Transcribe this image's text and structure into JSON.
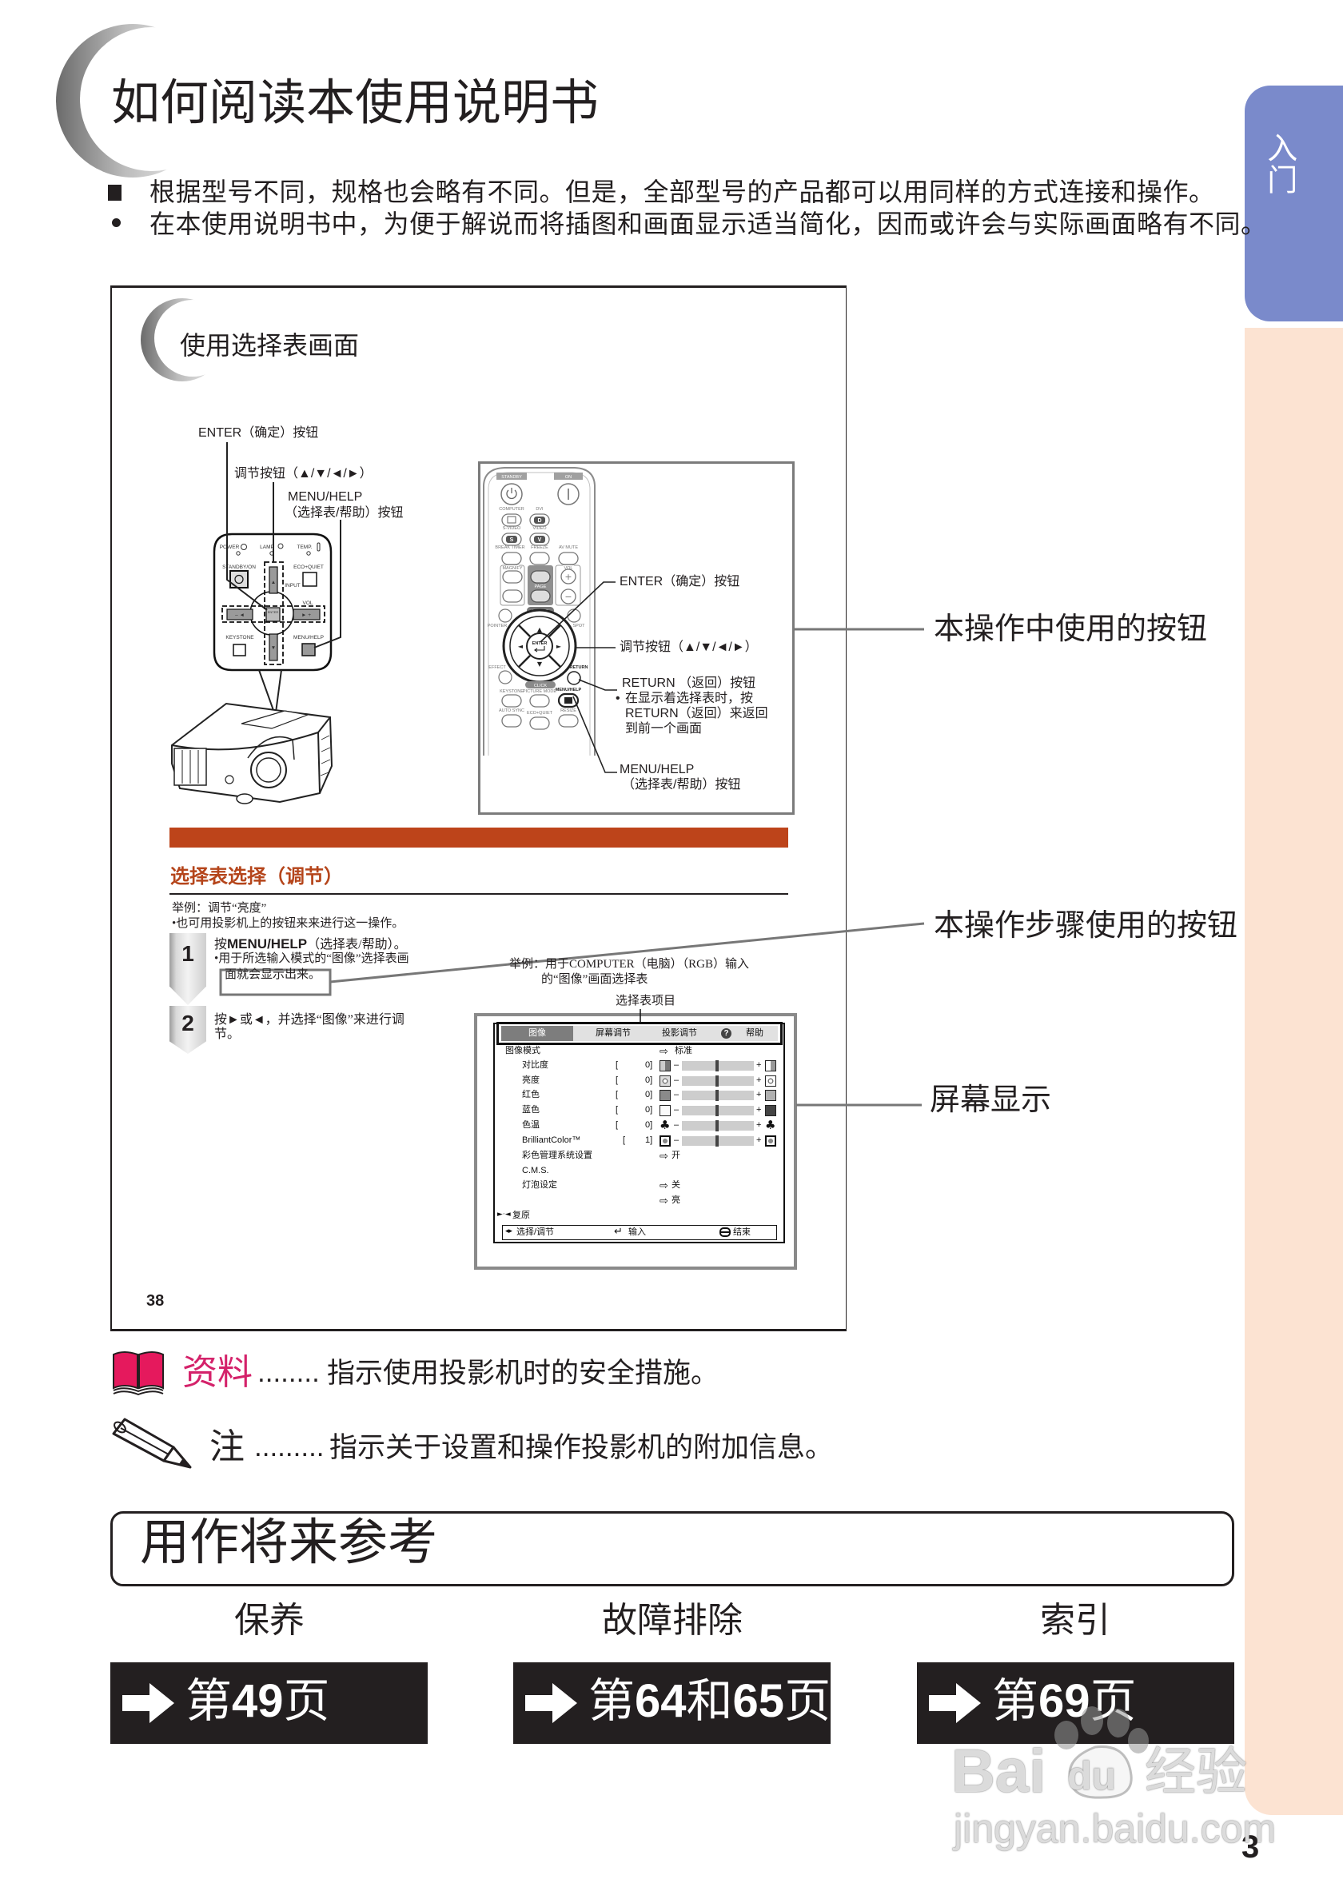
{
  "document": {
    "title": "如何阅读本使用说明书",
    "side_tab": "入门",
    "page_number": "3",
    "bullets": [
      {
        "icon": "square-bullet",
        "text": "根据型号不同，规格也会略有不同。但是，全部型号的产品都可以用同样的方式连接和操作。"
      },
      {
        "icon": "round-bullet",
        "text": "在本使用说明书中，为便于解说而将插图和画面显示适当简化，因而或许会与实际画面略有不同。"
      }
    ]
  },
  "sample_page": {
    "heading": "使用选择表画面",
    "page_number": "38",
    "panel_callouts": {
      "enter": "ENTER（确定）按钮",
      "adjust": "调节按钮（▲/▼/◄/►）",
      "menu_line1": "MENU/HELP",
      "menu_line2": "（选择表/帮助）按钮"
    },
    "panel_buttons": [
      "POWER",
      "LAMP",
      "TEMP.",
      "STANDBY/ON",
      "ECO+QUIET",
      "INPUT",
      "VOL",
      "ENTER",
      "KEYSTONE",
      "MENU/HELP"
    ],
    "panel_glyphs": {
      "left": "– ◄",
      "right": "► +",
      "up": "▲",
      "down": "▼"
    },
    "remote_callouts": {
      "enter": "ENTER（确定）按钮",
      "adjust": "调节按钮（▲/▼/◄/►）",
      "return_title": "RETURN （返回）按钮",
      "return_bullet": "•",
      "return_note": [
        "在显示着选择表时，按",
        "RETURN（返回）来返回",
        "到前一个画面"
      ],
      "menu_line1": "MENU/HELP",
      "menu_line2": "（选择表/帮助）按钮"
    },
    "remote_buttons": [
      "STANDBY",
      "ON",
      "COMPUTER",
      "DVI",
      "S-VIDEO",
      "VIDEO",
      "BREAK TIMER",
      "FREEZE",
      "AV MUTE",
      "MAGNIFY",
      "PAGE",
      "VOL",
      "MOUSE",
      "POINTER",
      "SPOT",
      "ENTER",
      "EFFECT",
      "RETURN",
      "CLICK",
      "KEYSTONE",
      "PICTURE MODE",
      "MENU/HELP",
      "AUTO SYNC",
      "ECO+QUIET",
      "RESIZE"
    ],
    "remote_glyphs": {
      "dvi": "D",
      "svideo": "S",
      "video": "V",
      "vol_plus": "+",
      "vol_minus": "−",
      "dpad": [
        "▲",
        "▼",
        "◄",
        "►"
      ]
    },
    "section_title": "选择表选择（调节）",
    "example": "举例：调节“亮度”",
    "example_note": "•也可用投影机上的按钮来来进行这一操作。",
    "steps": [
      {
        "number": "1",
        "prefix": "按",
        "key": "MENU/HELP",
        "suffix": "（选择表/帮助）。",
        "note": [
          "•用于所选输入模式的“图像”选择表画",
          "面就会显示出来。"
        ]
      },
      {
        "number": "2",
        "lines": [
          "按►或◄，并选择“图像”来进行调",
          "节。"
        ]
      }
    ],
    "screen_caption": [
      "举例：用于COMPUTER（电脑）（RGB）输入",
      "的“图像”画面选择表"
    ],
    "menu_items_label": "选择表项目",
    "menu": {
      "tabs": [
        {
          "label": "图像",
          "active": true
        },
        {
          "label": "屏幕调节"
        },
        {
          "label": "投影调节"
        },
        {
          "label": "帮助",
          "icon": "help-icon"
        }
      ],
      "help_glyph": "?",
      "value_arrow": "⇨",
      "rows": [
        {
          "label": "图像模式",
          "value": "标准"
        },
        {
          "label": "对比度",
          "bracket": "[",
          "num": "0]"
        },
        {
          "label": "亮度",
          "bracket": "[",
          "num": "0]"
        },
        {
          "label": "红色",
          "bracket": "[",
          "num": "0]"
        },
        {
          "label": "蓝色",
          "bracket": "[",
          "num": "0]"
        },
        {
          "label": "色温",
          "bracket": "[",
          "num": "0]"
        },
        {
          "label": "BrilliantColor™",
          "bracket": "[",
          "num": "1]"
        },
        {
          "label": "彩色管理系统设置",
          "value": "开"
        },
        {
          "label": "C.M.S."
        },
        {
          "label": "灯泡设定",
          "value": "关"
        },
        {
          "label": "",
          "value": "亮"
        }
      ],
      "slider_minus": "–",
      "slider_plus": "+",
      "color_temp_glyph": "♣",
      "reset_glyph": "►·◄",
      "reset": "复原",
      "footer": {
        "select_glyph": "◂▸",
        "select": "选择/调节",
        "enter_glyph": "↵",
        "enter": "输入",
        "end": "结束"
      }
    }
  },
  "callouts": {
    "buttons_used": "本操作中使用的按钮",
    "step_buttons": "本操作步骤使用的按钮",
    "screen_display": "屏幕显示"
  },
  "legend": [
    {
      "icon": "book-icon",
      "label": "资料",
      "dots": "........",
      "text": "指示使用投影机时的安全措施。"
    },
    {
      "icon": "pencil-icon",
      "label": "注",
      "dots": ".........",
      "text": "指示关于设置和操作投影机的附加信息。"
    }
  ],
  "reference": {
    "title": "用作将来参考",
    "items": [
      {
        "label": "保养",
        "link": [
          "第",
          "49",
          "页"
        ]
      },
      {
        "label": "故障排除",
        "link": [
          "第",
          "64",
          "和",
          "65",
          "页"
        ]
      },
      {
        "label": "索引",
        "link": [
          "第",
          "69",
          "页"
        ]
      }
    ]
  },
  "watermark": {
    "brand_left": "Bai",
    "brand_right": "du",
    "brand_cn": "经验",
    "url": "jingyan.baidu.com"
  },
  "colors": {
    "accent_orange": "#bd441a",
    "section_title": "#b5451b",
    "tab_blue": "#7a8acb",
    "side_strip": "#fce3d2",
    "info_pink": "#d4226a",
    "link_box": "#231f20",
    "callout_line": "#777777"
  }
}
